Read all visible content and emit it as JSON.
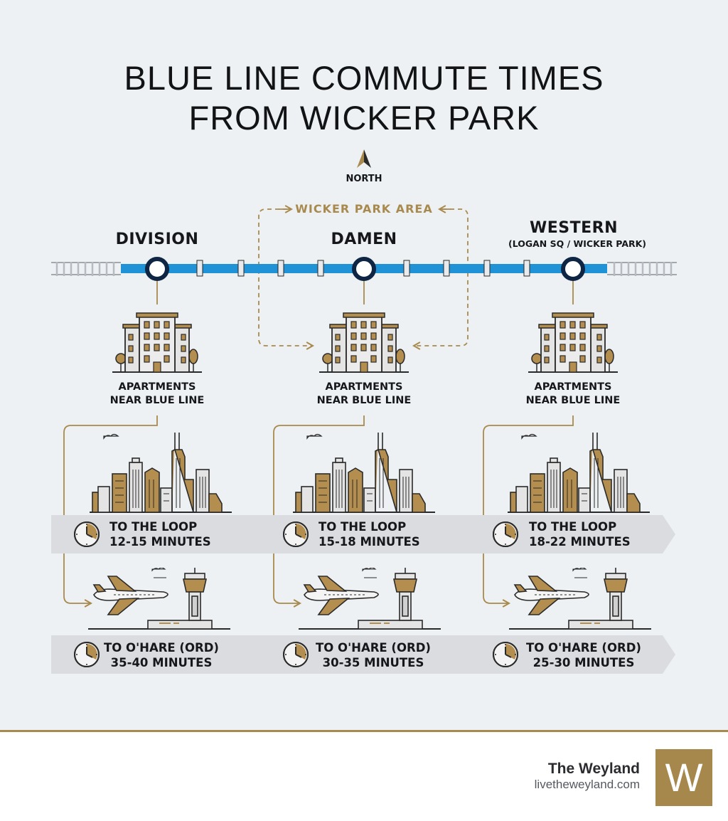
{
  "title": {
    "line1": "BLUE LINE COMMUTE TIMES",
    "line2": "FROM WICKER PARK"
  },
  "compass": {
    "label": "NORTH",
    "icon": "north-arrow-icon"
  },
  "area": {
    "label": "WICKER PARK AREA"
  },
  "colors": {
    "blue_line": "#1f93d6",
    "station_ring": "#0f2544",
    "gold": "#a88a4e",
    "banner": "#dadcdf",
    "background": "#eef1f3"
  },
  "stations": [
    {
      "name": "DIVISION",
      "subtitle": "",
      "apartments": {
        "line1": "APARTMENTS",
        "line2": "NEAR BLUE LINE"
      },
      "loop": {
        "line1": "TO THE LOOP",
        "line2": "12-15 MINUTES"
      },
      "ohare": {
        "line1": "TO O'HARE (ORD)",
        "line2": "35-40 MINUTES"
      }
    },
    {
      "name": "DAMEN",
      "subtitle": "",
      "apartments": {
        "line1": "APARTMENTS",
        "line2": "NEAR BLUE LINE"
      },
      "loop": {
        "line1": "TO THE LOOP",
        "line2": "15-18 MINUTES"
      },
      "ohare": {
        "line1": "TO O'HARE (ORD)",
        "line2": "30-35 MINUTES"
      }
    },
    {
      "name": "WESTERN",
      "subtitle": "(LOGAN SQ / WICKER PARK)",
      "apartments": {
        "line1": "APARTMENTS",
        "line2": "NEAR BLUE LINE"
      },
      "loop": {
        "line1": "TO THE LOOP",
        "line2": "18-22 MINUTES"
      },
      "ohare": {
        "line1": "TO O'HARE (ORD)",
        "line2": "25-30 MINUTES"
      }
    }
  ],
  "footer": {
    "brand": "The Weyland",
    "url": "livetheweyland.com",
    "logo_letter": "W"
  }
}
